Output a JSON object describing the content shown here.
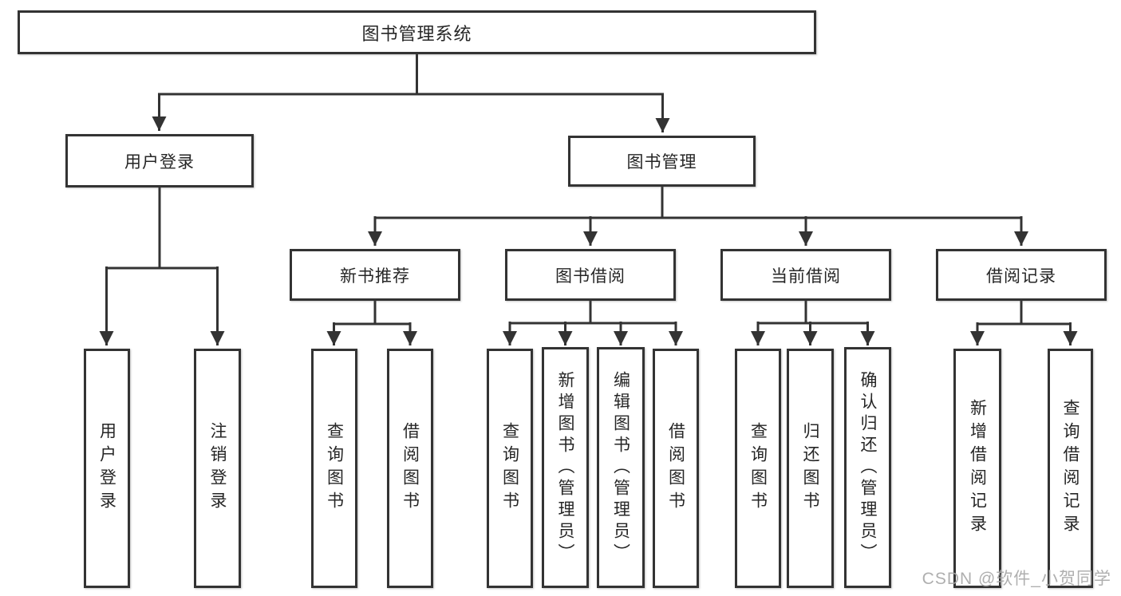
{
  "diagram_title": "图书管理系统",
  "tree": {
    "root": {
      "label": "图书管理系统"
    },
    "branches": [
      {
        "label": "用户登录",
        "children": [
          {
            "label": "用户登录"
          },
          {
            "label": "注销登录"
          }
        ]
      },
      {
        "label": "图书管理",
        "children": [
          {
            "label": "新书推荐",
            "children": [
              {
                "label": "查询图书"
              },
              {
                "label": "借阅图书"
              }
            ]
          },
          {
            "label": "图书借阅",
            "children": [
              {
                "label": "查询图书"
              },
              {
                "label": "新增图书（管理员）"
              },
              {
                "label": "编辑图书（管理员）"
              },
              {
                "label": "借阅图书"
              }
            ]
          },
          {
            "label": "当前借阅",
            "children": [
              {
                "label": "查询图书"
              },
              {
                "label": "归还图书"
              },
              {
                "label": "确认归还（管理员）"
              }
            ]
          },
          {
            "label": "借阅记录",
            "children": [
              {
                "label": "新增借阅记录"
              },
              {
                "label": "查询借阅记录"
              }
            ]
          }
        ]
      }
    ]
  },
  "watermark": "CSDN @软件_小贺同学",
  "colors": {
    "line": "#333333",
    "text": "#262626",
    "watermark": "#a6a6a6",
    "background": "#ffffff"
  }
}
